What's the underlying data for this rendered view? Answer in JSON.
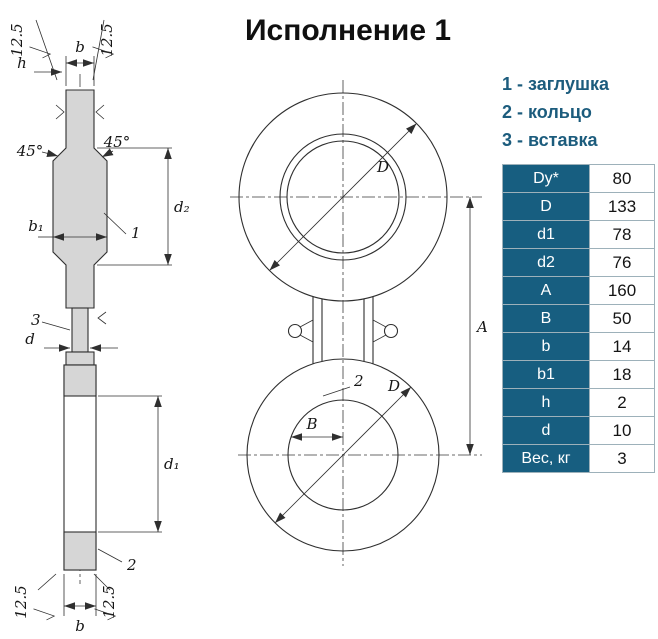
{
  "title": "Исполнение 1",
  "legend": [
    "1 - заглушка",
    "2 - кольцо",
    "3 - вставка"
  ],
  "table": {
    "rows": [
      {
        "param": "Dy*",
        "value": "80"
      },
      {
        "param": "D",
        "value": "133"
      },
      {
        "param": "d1",
        "value": "78"
      },
      {
        "param": "d2",
        "value": "76"
      },
      {
        "param": "A",
        "value": "160"
      },
      {
        "param": "B",
        "value": "50"
      },
      {
        "param": "b",
        "value": "14"
      },
      {
        "param": "b1",
        "value": "18"
      },
      {
        "param": "h",
        "value": "2"
      },
      {
        "param": "d",
        "value": "10"
      },
      {
        "param": "Вес, кг",
        "value": "3"
      }
    ]
  },
  "drawing": {
    "roughness": "12.5",
    "angle_left": "45°",
    "angle_right": "45°",
    "dim_h": "h",
    "dim_b_top": "b",
    "dim_b_bottom": "b",
    "dim_b1": "b₁",
    "dim_d": "d",
    "dim_d1": "d₁",
    "dim_d2": "d₂",
    "dim_D_top": "D",
    "dim_D_bottom": "D",
    "dim_A": "A",
    "dim_B": "B",
    "part_1": "1",
    "part_2": "2",
    "part_3": "3"
  },
  "colors": {
    "table_header_bg": "#175e80",
    "legend_text": "#1c5c7d",
    "line_color": "#2f2f2f",
    "section_fill": "#d6d6d6"
  }
}
